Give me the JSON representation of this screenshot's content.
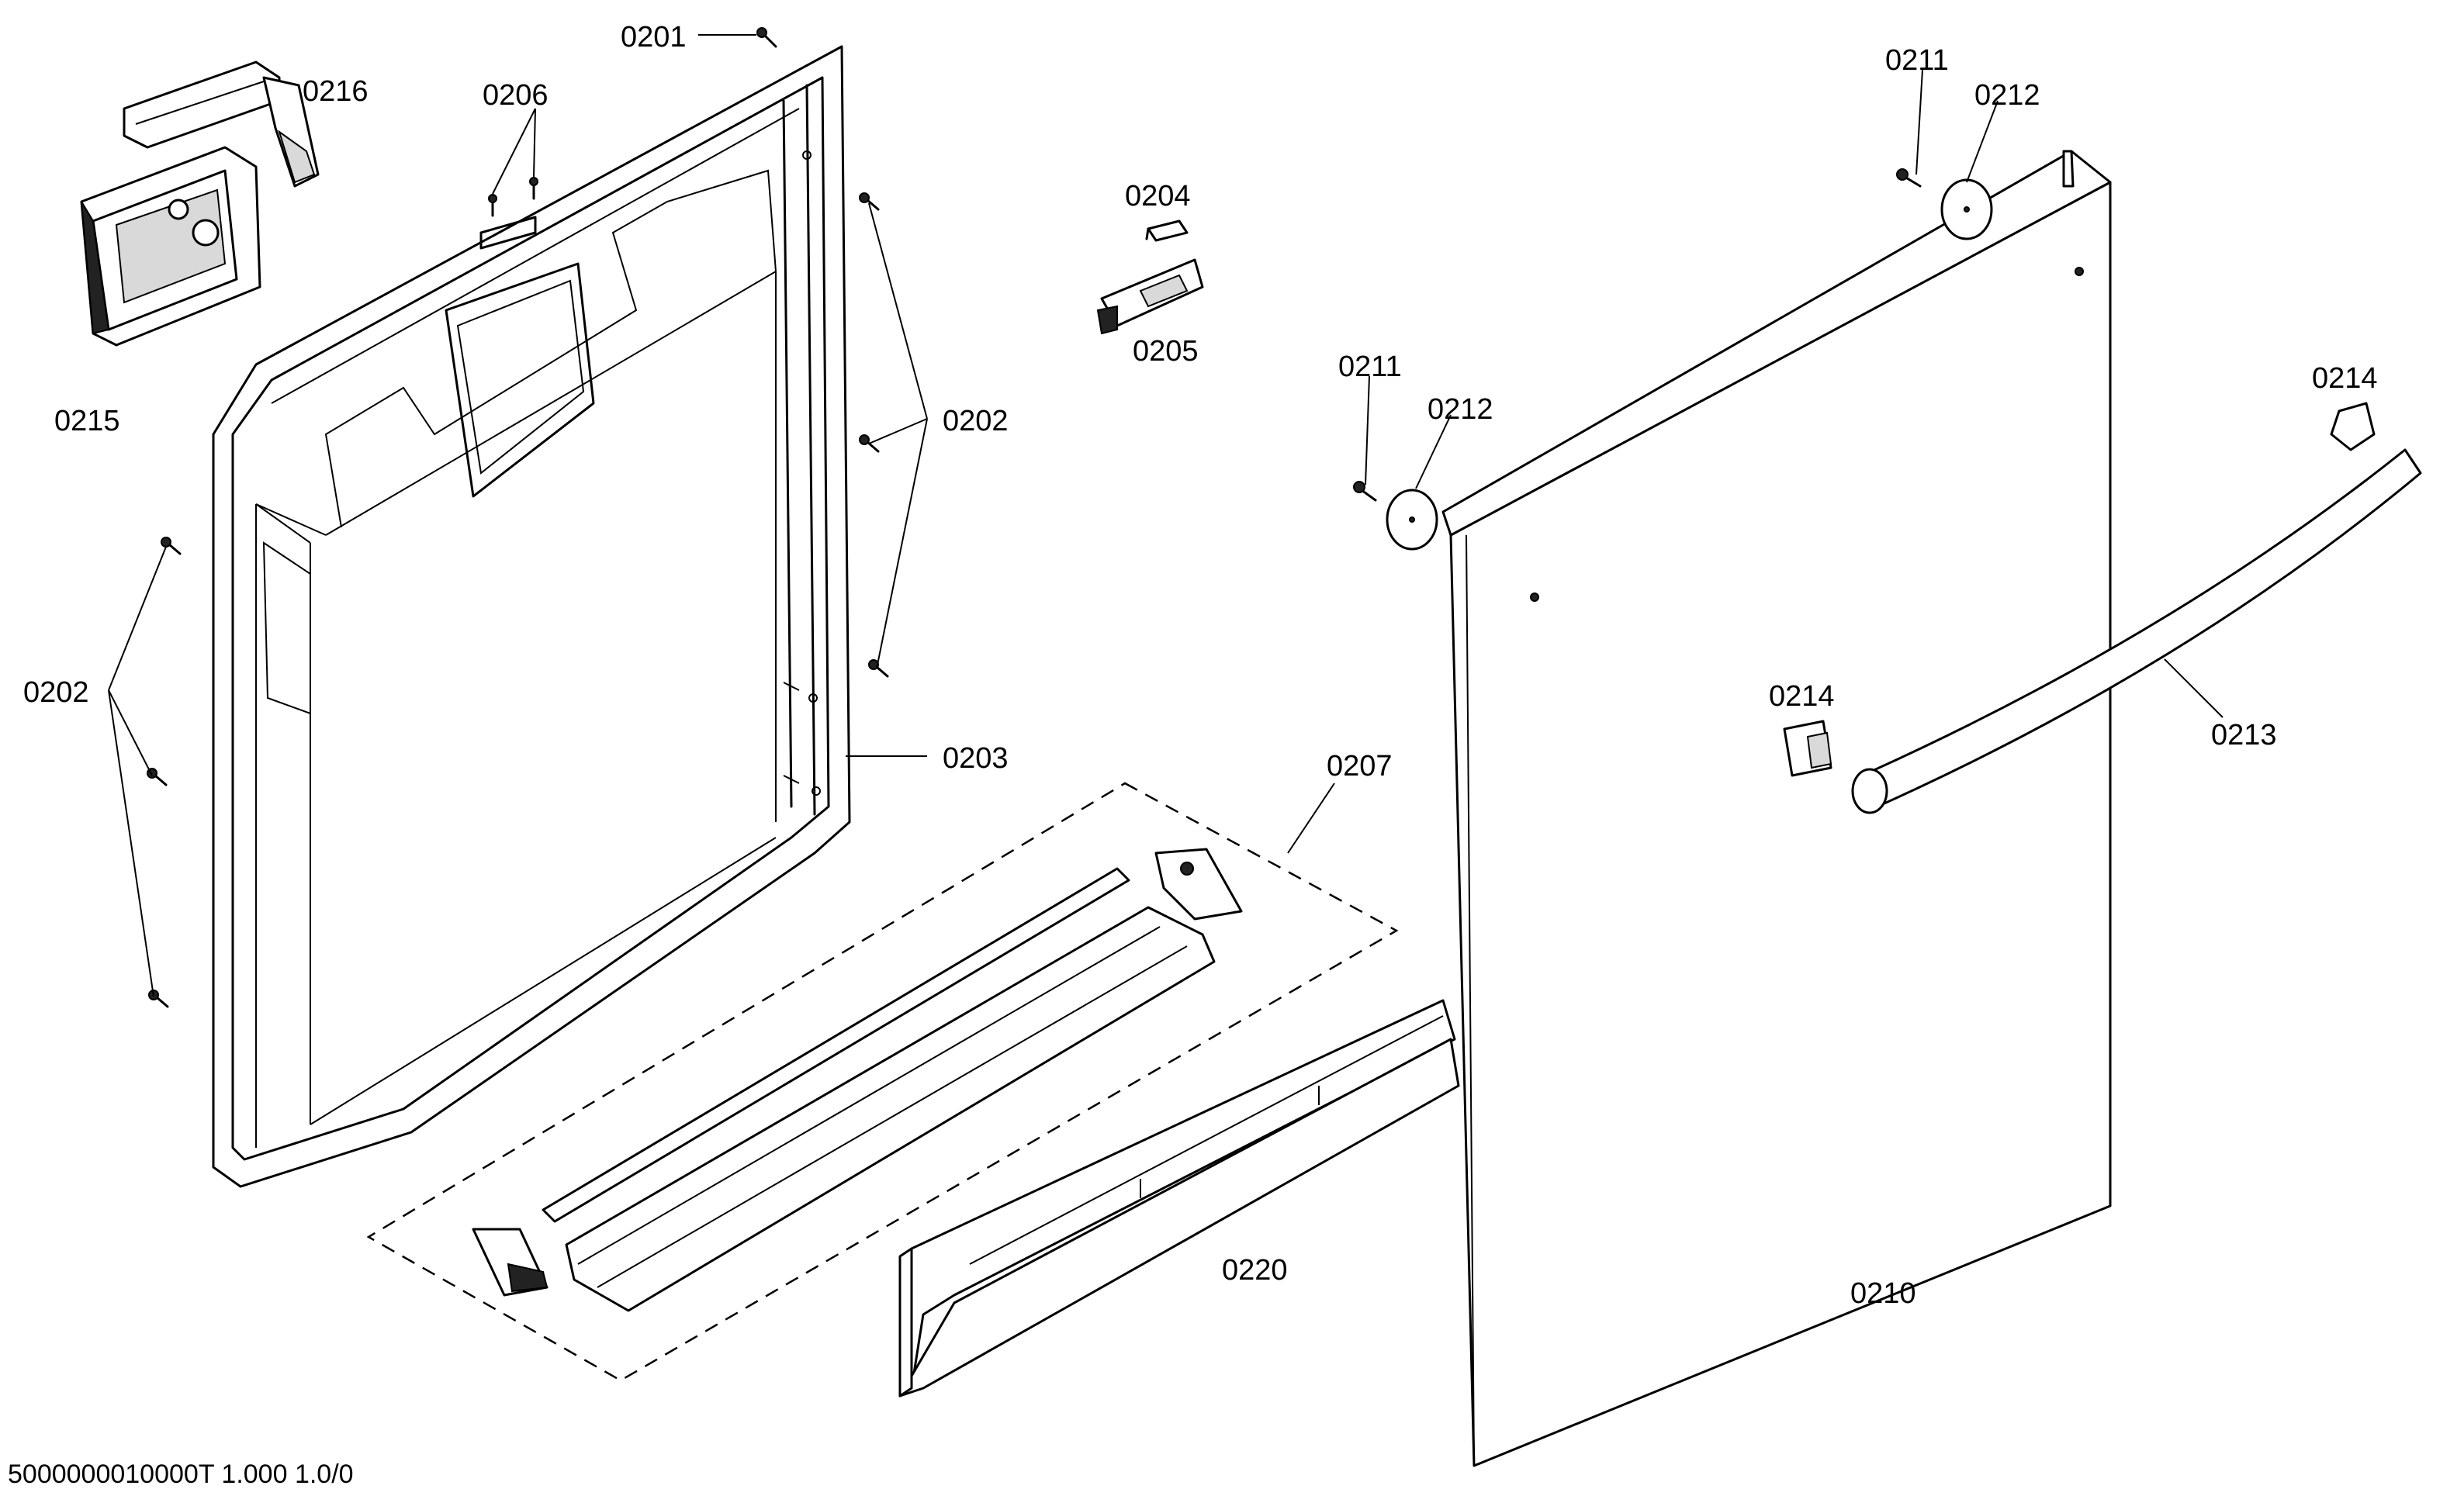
{
  "callouts": {
    "c0201": "0201",
    "c0202_right": "0202",
    "c0202_left": "0202",
    "c0203": "0203",
    "c0204": "0204",
    "c0205": "0205",
    "c0206": "0206",
    "c0207": "0207",
    "c0210": "0210",
    "c0211_top": "0211",
    "c0211_left": "0211",
    "c0212_top": "0212",
    "c0212_left": "0212",
    "c0213": "0213",
    "c0214_top": "0214",
    "c0214_mid": "0214",
    "c0215": "0215",
    "c0216": "0216",
    "c0220": "0220"
  },
  "footer_code": "5000000010000T    1.000 1.0/0"
}
